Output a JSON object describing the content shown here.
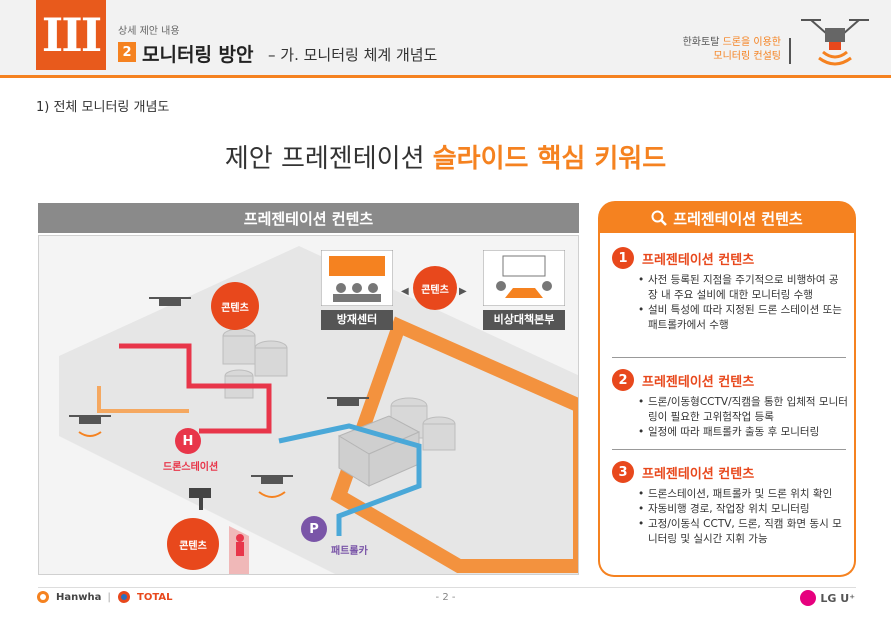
{
  "header": {
    "roman": "III",
    "kicker": "상세 제안 내용",
    "number": "2",
    "title": "모니터링 방안",
    "subtitle": "– 가. 모니터링 체계 개념도",
    "caption_prefix": "한화토탈",
    "caption_highlight": "드론을 이용한",
    "caption_line2": "모니터링 컨설팅"
  },
  "section_label": "1) 전체 모니터링 개념도",
  "headline": {
    "normal": "제안 프레젠테이션",
    "highlight": "슬라이드 핵심 키워드"
  },
  "left_panel": {
    "title": "프레젠테이션 컨텐츠",
    "labels": {
      "disaster_center": "방재센터",
      "emergency_hq": "비상대책본부",
      "content_center": "콘텐츠",
      "content_top": "콘텐츠",
      "content_bottom": "콘텐츠",
      "drone_station_letter": "H",
      "drone_station": "드론스테이션",
      "patrol_letter": "P",
      "patrol": "패트롤카"
    }
  },
  "right_panel": {
    "title": "프레젠테이션 컨텐츠",
    "items": [
      {
        "num": "1",
        "title": "프레젠테이션 컨텐츠",
        "bullets": [
          "사전 등록된 지점을 주기적으로 비행하여 공장 내 주요 설비에 대한 모니터링 수행",
          "설비 특성에 따라 지정된 드론 스테이션 또는 패트롤카에서 수행"
        ]
      },
      {
        "num": "2",
        "title": "프레젠테이션 컨텐츠",
        "bullets": [
          "드론/이동형CCTV/직캠을 통한 입체적 모니터링이 필요한 고위험작업 등록",
          "일정에 따라 패트롤카 출동 후 모니터링"
        ]
      },
      {
        "num": "3",
        "title": "프레젠테이션 컨텐츠",
        "bullets": [
          "드론스테이션, 패트롤카 및 드론 위치 확인",
          "자동비행 경로, 작업장 위치 모니터링",
          "고정/이동식 CCTV, 드론, 직캠 화면 동시 모니터링 및 실시간 지휘 가능"
        ]
      }
    ]
  },
  "footer": {
    "hanwha": "Hanwha",
    "total": "TOTAL",
    "page": "- 2 -",
    "lgu": "LG U⁺"
  },
  "colors": {
    "accent": "#f58220",
    "red": "#e8481c",
    "route_red": "#e8364a",
    "route_blue": "#4aa8d8",
    "purple": "#7a55a8"
  }
}
